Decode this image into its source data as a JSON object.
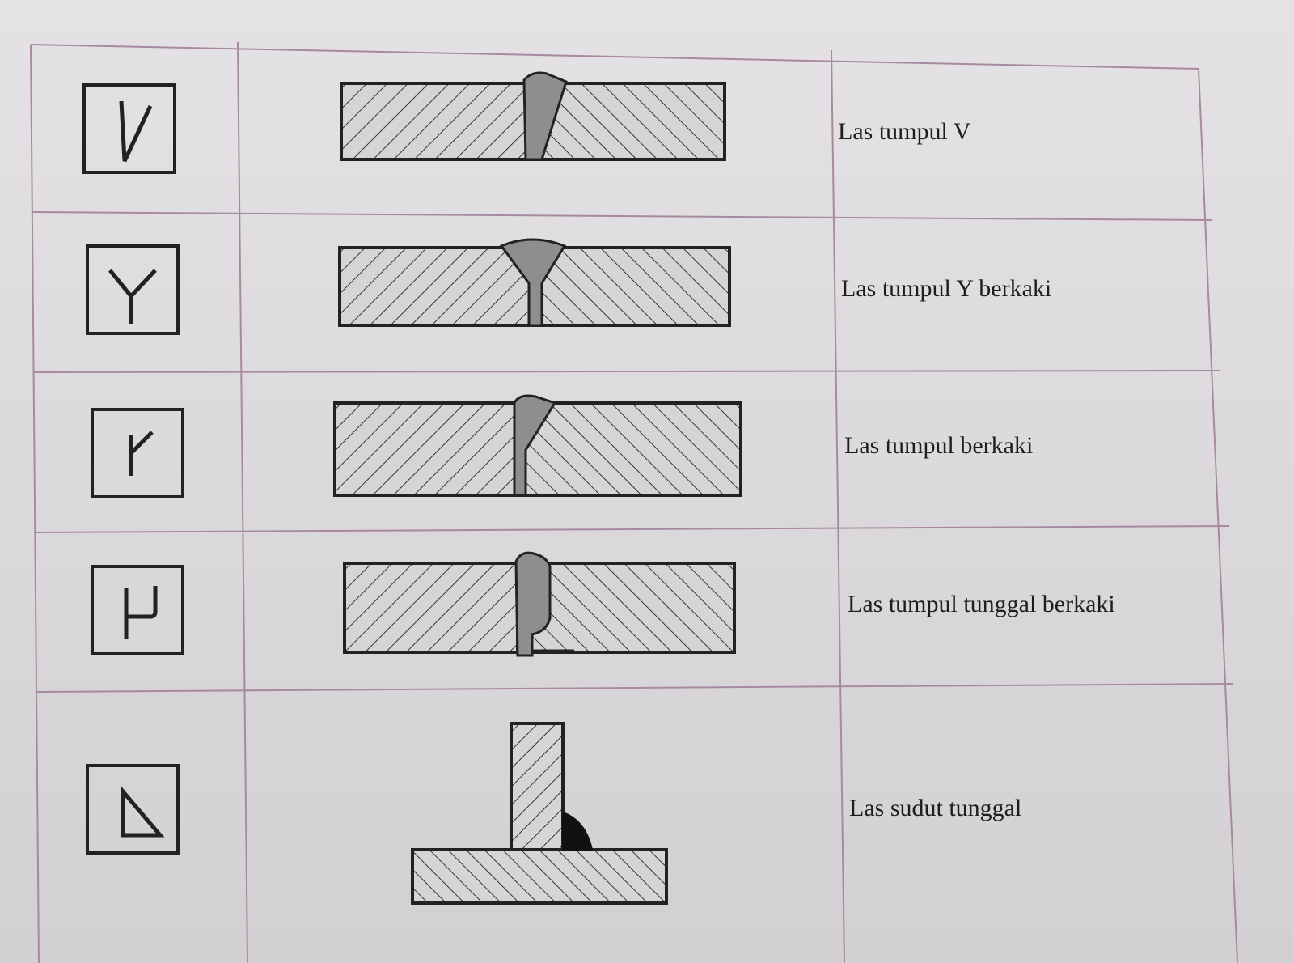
{
  "rows": [
    {
      "symbol": "V-groove-symbol",
      "label": "Las tumpul V"
    },
    {
      "symbol": "Y-groove-symbol",
      "label": "Las tumpul Y berkaki"
    },
    {
      "symbol": "bevel-symbol",
      "label": "Las tumpul berkaki"
    },
    {
      "symbol": "J-groove-symbol",
      "label": "Las tumpul tunggal berkaki"
    },
    {
      "symbol": "fillet-symbol",
      "label": "Las sudut tunggal"
    }
  ],
  "colors": {
    "grid_line": "#a88aa0",
    "ink": "#222222",
    "weld_fill": "#8e8e8e",
    "hatch_bg": "#d6d4d6"
  }
}
